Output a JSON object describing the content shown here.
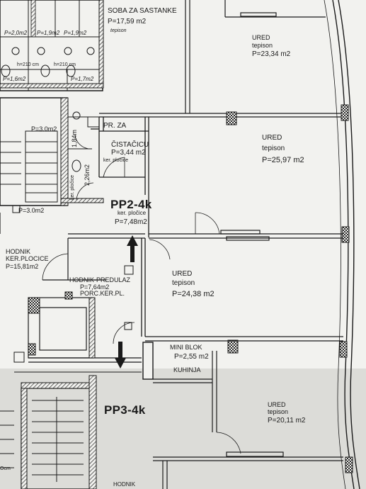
{
  "rooms": {
    "soba_za_sastanke": {
      "name": "SOBA ZA SASTANKE",
      "area": "P=17,59 m2",
      "floor": "tepison"
    },
    "ured_1": {
      "name": "URED",
      "floor": "tepison",
      "area": "P=23,34 m2"
    },
    "ured_2": {
      "name": "URED",
      "floor": "tepison",
      "area": "P=25,97 m2"
    },
    "ured_3": {
      "name": "URED",
      "floor": "tepison",
      "area": "P=24,38 m2"
    },
    "ured_4": {
      "name": "URED",
      "floor": "tepison",
      "area": "P=20,11 m2"
    },
    "pr_za": {
      "name": "PR. ZA"
    },
    "cistacica": {
      "name": "ČISTAČICU",
      "area": "P=3,44 m2",
      "floor": "ker. pločice"
    },
    "pp2": {
      "code": "PP2-4k",
      "floor": "ker. pločice",
      "area": "P=7,48m2"
    },
    "pp3": {
      "code": "PP3-4k"
    },
    "hodnik": {
      "name": "HODNIK",
      "floor": "KER.PLOCICE",
      "area": "P=15,81m2"
    },
    "hodnik_predulaz": {
      "name": "HODNIK-PREDULAZ",
      "area": "P=7,64m2",
      "floor": "PORC.KER.PL."
    },
    "mini_blok": {
      "name": "MINI BLOK",
      "area": "P=2,55 m2"
    },
    "kuhinja": {
      "name": "KUHINJA"
    },
    "hodnik_bottom": {
      "name": "HODNIK"
    },
    "wc_1": {
      "area": "P=2,0m2"
    },
    "wc_2": {
      "area": "P=1,9m2"
    },
    "wc_3": {
      "area": "P=1,9m2"
    },
    "wc_4": {
      "area": "P=1,6m2"
    },
    "wc_5": {
      "area": "P=1,7m2"
    },
    "stair_top": {
      "area": "P=3.0m2"
    },
    "stair_low": {
      "area": "P=3.0m2"
    }
  },
  "dimensions": {
    "d_184": "1,84m",
    "d_226": "2,26m2",
    "ker_plocice_small": "ker. pločice",
    "d_210a": "h=210 cm",
    "d_210b": "h=210 cm",
    "d_cm": "Ocm"
  },
  "colors": {
    "wall": "#1a1a1a",
    "hatch": "#3a3a3a",
    "paper": "#f2f2ef",
    "shade": "#d9d9d6"
  }
}
